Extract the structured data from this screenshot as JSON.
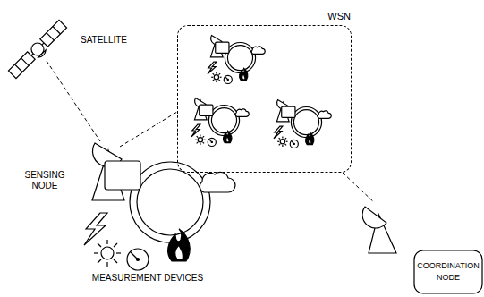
{
  "diagram": {
    "nodes": [
      {
        "text": [
          "WSN"
        ]
      },
      {
        "text": [
          "COORDINATION NODE"
        ]
      }
    ],
    "edges": [
      {
        "from": 0,
        "to": 1,
        "arrow": "none"
      }
    ],
    "labels": [
      "SATELLITE",
      "SENSING NODE",
      "MEASUREMENT DEVICES"
    ]
  }
}
